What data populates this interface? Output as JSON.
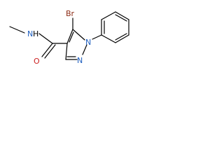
{
  "molecule": {
    "colors": {
      "bond": "#000000",
      "carbon_label": "#000000",
      "nitrogen": "#1f5fbf",
      "oxygen": "#cc1f1f",
      "bromine": "#8b2a14"
    },
    "atoms": {
      "br": "Br",
      "n_amide": "N",
      "h_amide": "H",
      "o": "O",
      "n1": "N",
      "n2": "N"
    }
  }
}
